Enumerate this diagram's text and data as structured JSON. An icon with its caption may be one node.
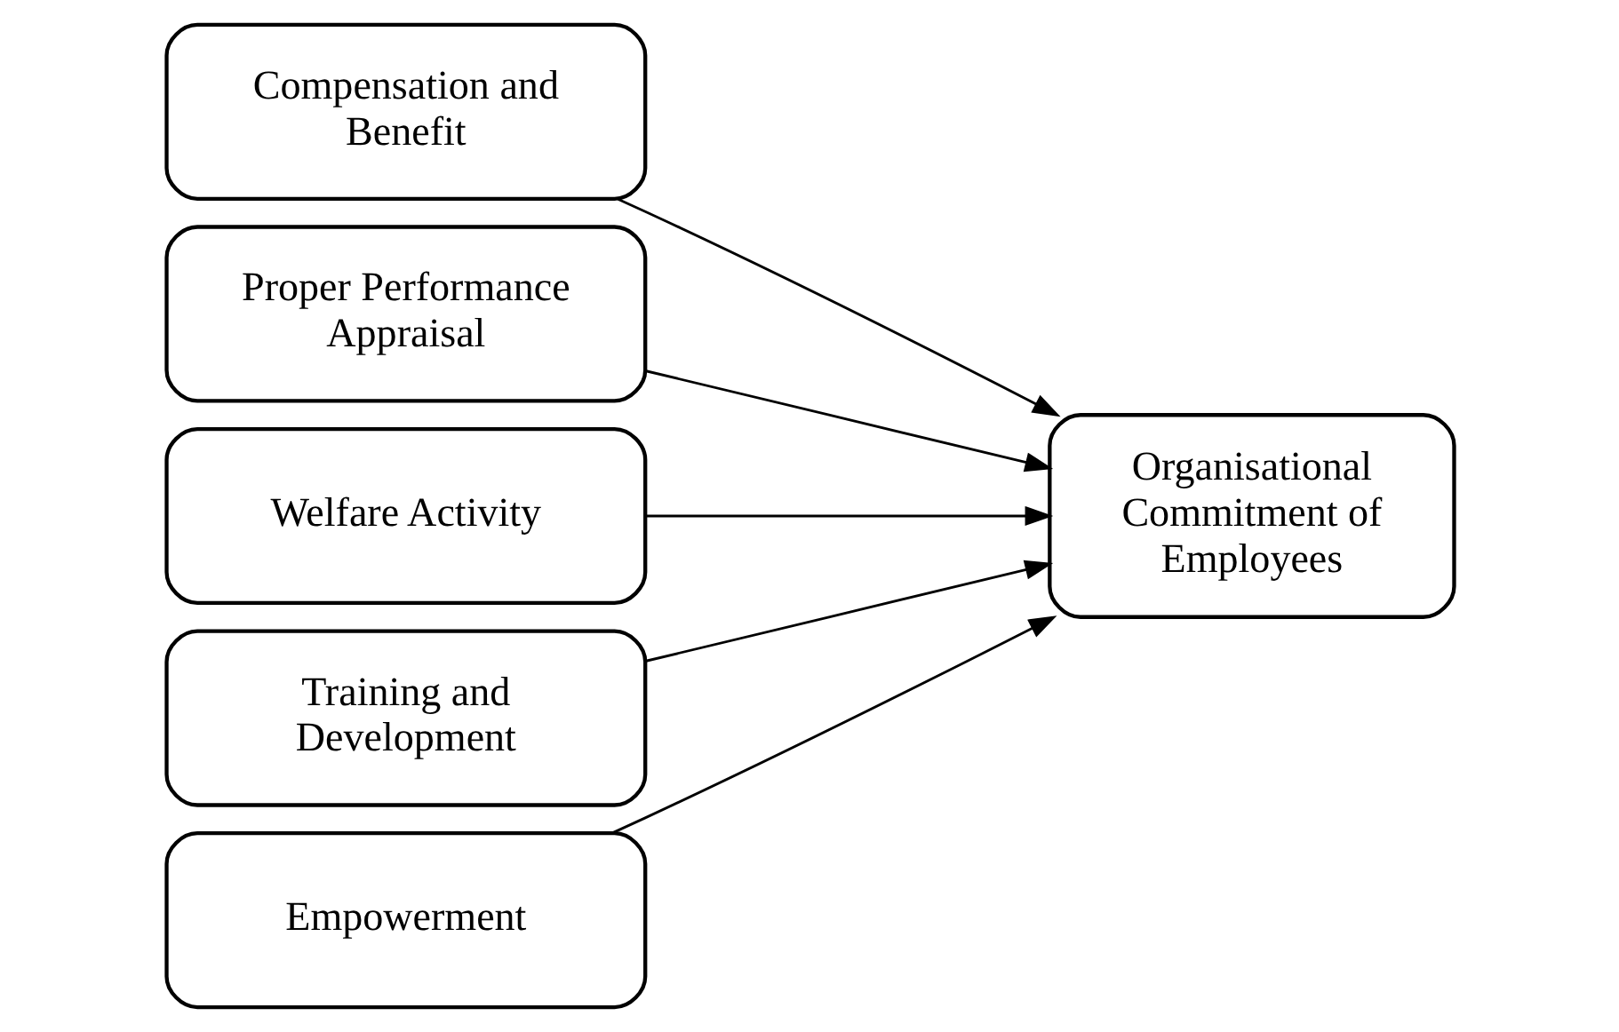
{
  "diagram": {
    "nodes": [
      {
        "text": [
          "Compensation and Benefit"
        ]
      },
      {
        "text": [
          "Proper Performance Appraisal"
        ]
      },
      {
        "text": [
          "Welfare Activity"
        ]
      },
      {
        "text": [
          "Training and Development"
        ]
      },
      {
        "text": [
          "Empowerment"
        ]
      },
      {
        "text": [
          "Organisational Commitment of Employees"
        ]
      }
    ],
    "edges": [
      {
        "from": 0,
        "to": 5,
        "arrow": "to"
      },
      {
        "from": 1,
        "to": 5,
        "arrow": "to"
      },
      {
        "from": 2,
        "to": 5,
        "arrow": "to"
      },
      {
        "from": 3,
        "to": 5,
        "arrow": "to"
      },
      {
        "from": 4,
        "to": 5,
        "arrow": "to"
      }
    ]
  }
}
